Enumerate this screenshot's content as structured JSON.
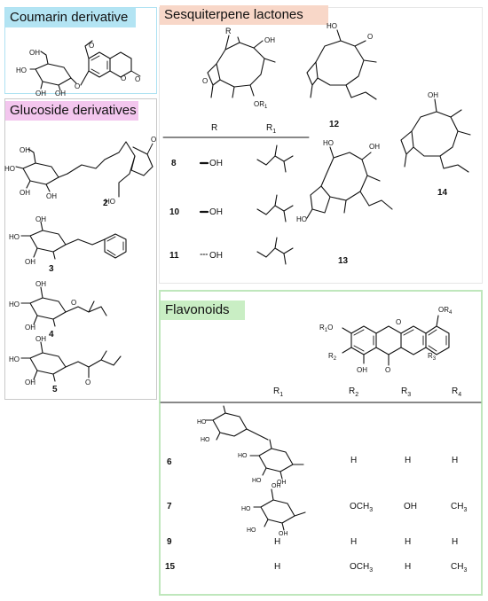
{
  "sections": {
    "coumarin": {
      "title": "Coumarin derivative"
    },
    "glucoside": {
      "title": "Glucoside derivatives"
    },
    "sesquiterpene": {
      "title": "Sesquiterpene lactones"
    },
    "flavonoids": {
      "title": "Flavonoids"
    }
  },
  "colors": {
    "coumarin_tag": "#b3e4f3",
    "glucoside_tag": "#f3c6ee",
    "sesquiterpene_tag": "#f8d7c8",
    "flavonoids_tag": "#c9eec4",
    "coumarin_border": "#aee2f2",
    "glucoside_border": "#c9c9c9",
    "flavonoids_border": "#bfe7bc",
    "bond": "#111111"
  },
  "glucosides": [
    {
      "id": "2"
    },
    {
      "id": "3"
    },
    {
      "id": "4"
    },
    {
      "id": "5"
    }
  ],
  "sesquiterpene_table": {
    "headers": {
      "r": "R",
      "r1": "R",
      "r1_sub": "1"
    },
    "rows": [
      {
        "id": "8",
        "r": "OH"
      },
      {
        "id": "10",
        "r": "OH"
      },
      {
        "id": "11",
        "r": "OH"
      }
    ],
    "structures": [
      "12",
      "13",
      "14"
    ],
    "scaffold_labels": {
      "r": "R",
      "or1": "OR",
      "or1_sub": "1"
    }
  },
  "flavonoid_table": {
    "headers": [
      {
        "main": "R",
        "sub": "1"
      },
      {
        "main": "R",
        "sub": "2"
      },
      {
        "main": "R",
        "sub": "3"
      },
      {
        "main": "R",
        "sub": "4"
      }
    ],
    "rows": [
      {
        "id": "6",
        "r1": "",
        "r2": "H",
        "r3": "H",
        "r4": "H"
      },
      {
        "id": "7",
        "r1": "",
        "r2_main": "OCH",
        "r2_sub": "3",
        "r3": "OH",
        "r4_main": "CH",
        "r4_sub": "3"
      },
      {
        "id": "9",
        "r1": "H",
        "r2": "H",
        "r3": "H",
        "r4": "H"
      },
      {
        "id": "15",
        "r1": "H",
        "r2_main": "OCH",
        "r2_sub": "3",
        "r3": "H",
        "r4_main": "CH",
        "r4_sub": "3"
      }
    ],
    "scaffold_labels": {
      "r1o": "R",
      "r1o_sub": "1",
      "r1o_tail": "O",
      "r2": "R",
      "r2_sub": "2",
      "r3": "R",
      "r3_sub": "3",
      "or4": "OR",
      "or4_sub": "4",
      "oh": "OH",
      "o_ketone": "O",
      "o_ring": "O"
    }
  },
  "atom_labels": {
    "oh": "OH",
    "ho": "HO",
    "o": "O"
  }
}
